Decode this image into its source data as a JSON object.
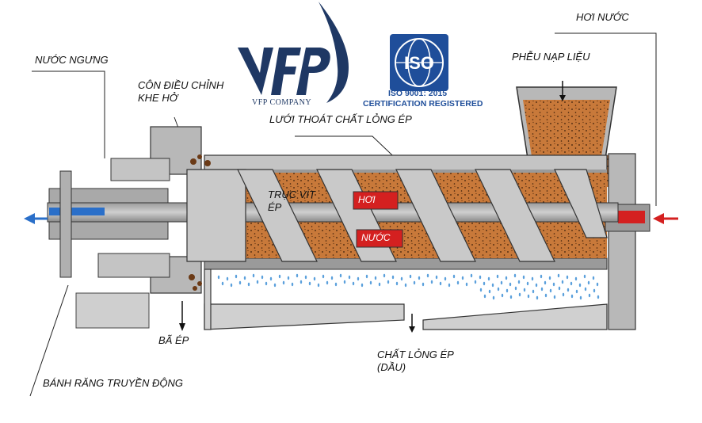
{
  "logo": {
    "letters": "VFP",
    "company": "VFP COMPANY",
    "brand_color": "#1f3864"
  },
  "certification": {
    "badge": "ISO",
    "line1": "ISO 9001: 2015",
    "line2": "CERTIFICATION REGISTERED",
    "color": "#1f4e9a"
  },
  "labels": {
    "steam_top": "HƠI NƯỚC",
    "condensate": "NƯỚC NGƯNG",
    "hopper": "PHỄU NẠP LIỆU",
    "gap_cone_line1": "CÔN ĐIỀU CHỈNH",
    "gap_cone_line2": "KHE HỞ",
    "screen": "LƯỚI THOÁT CHẤT LỎNG ÉP",
    "screw_line1": "TRỤC VÍT",
    "screw_line2": "ÉP",
    "steam_tag": "HƠI",
    "water_tag": "NƯỚC",
    "cake": "BÃ ÉP",
    "liquid_line1": "CHẤT LỎNG ÉP",
    "liquid_line2": "(DẦU)",
    "gear": "BÁNH RĂNG TRUYỀN ĐỘNG"
  },
  "colors": {
    "material": "#c8793a",
    "steel": "#c9c9c9",
    "steam_in": "#d42020",
    "condensate_out": "#2a6fc9",
    "droplets": "#5aa0dc"
  }
}
